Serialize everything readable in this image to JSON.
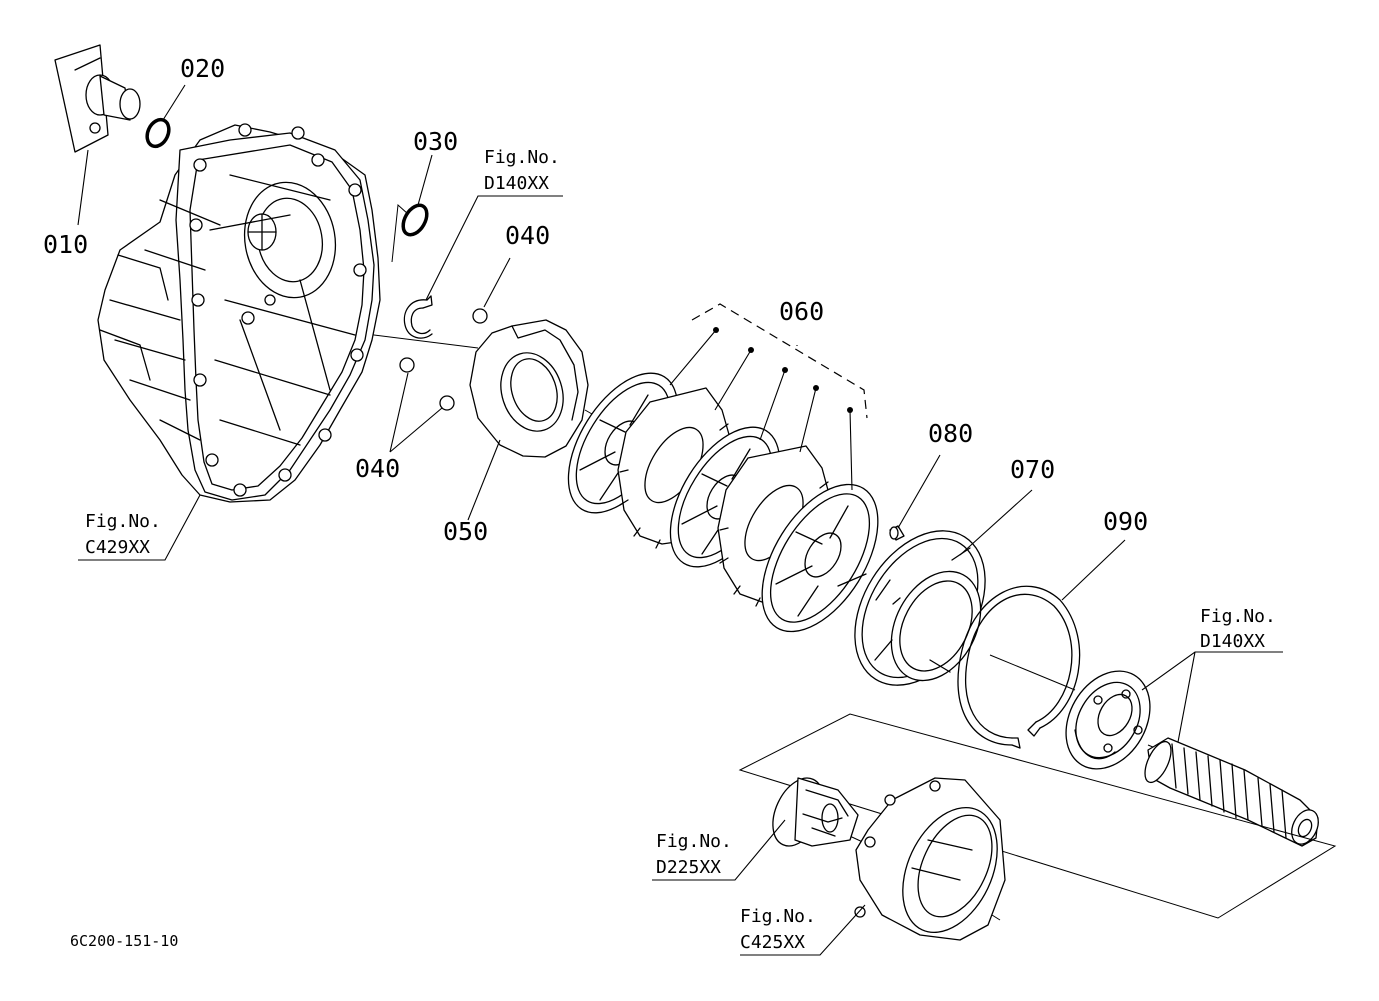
{
  "drawing_code": "6C200-151-10",
  "callouts": {
    "p010": "010",
    "p020": "020",
    "p030": "030",
    "p040a": "040",
    "p040b": "040",
    "p050": "050",
    "p060": "060",
    "p070": "070",
    "p080": "080",
    "p090": "090"
  },
  "fig_refs": {
    "top": {
      "prefix": "Fig.No.",
      "code": "D140XX"
    },
    "housing": {
      "prefix": "Fig.No.",
      "code": "C429XX"
    },
    "shaft": {
      "prefix": "Fig.No.",
      "code": "D140XX"
    },
    "coupling": {
      "prefix": "Fig.No.",
      "code": "D225XX"
    },
    "cover": {
      "prefix": "Fig.No.",
      "code": "C425XX"
    }
  }
}
